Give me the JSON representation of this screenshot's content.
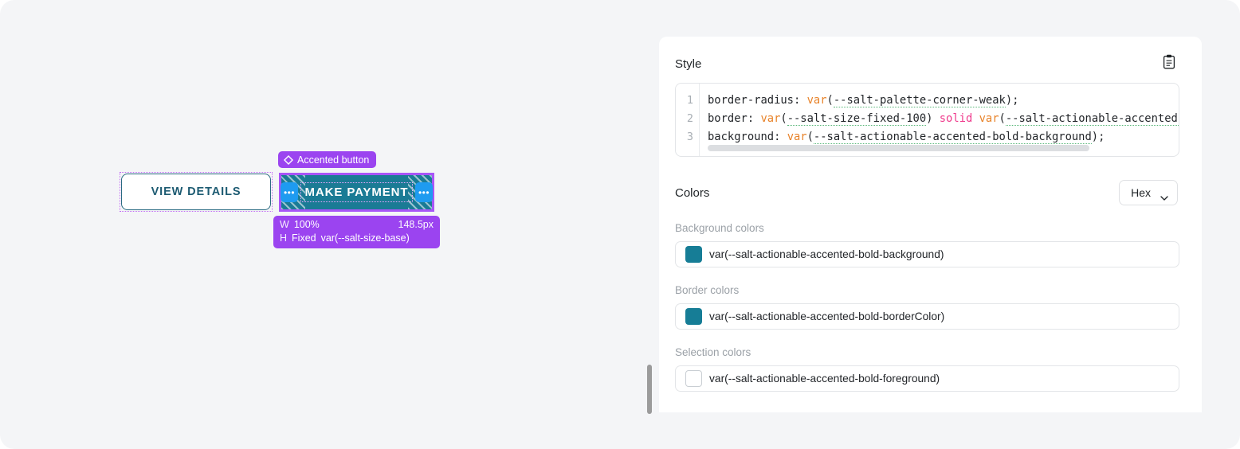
{
  "canvas": {
    "component_label": {
      "text": "Accented button",
      "icon": "diamond-icon",
      "color": "#9b44f0"
    },
    "view_details_button": {
      "label": "VIEW DETAILS",
      "text_color": "#1d5b72",
      "border_color": "#2a6b82"
    },
    "make_payment_button": {
      "label": "MAKE PAYMENT",
      "background": "#1a7b95",
      "selection_outline": "#a855f7",
      "handle_label": "•••",
      "handle_color": "#1e9bf0"
    },
    "size_badge": {
      "width_axis": "W",
      "width_mode": "100%",
      "width_value": "148.5px",
      "height_axis": "H",
      "height_mode": "Fixed",
      "height_value": "var(--salt-size-base)",
      "color": "#9b44f0"
    }
  },
  "inspector": {
    "style": {
      "title": "Style",
      "copy_icon": "clipboard-icon",
      "line_numbers": [
        "1",
        "2",
        "3"
      ],
      "code_lines": [
        {
          "tokens": [
            {
              "t": "border-radius: ",
              "k": "plain"
            },
            {
              "t": "var",
              "k": "func"
            },
            {
              "t": "(",
              "k": "plain"
            },
            {
              "t": "--salt-palette-corner-weak",
              "k": "var"
            },
            {
              "t": ");",
              "k": "plain"
            }
          ]
        },
        {
          "tokens": [
            {
              "t": "border: ",
              "k": "plain"
            },
            {
              "t": "var",
              "k": "func"
            },
            {
              "t": "(",
              "k": "plain"
            },
            {
              "t": "--salt-size-fixed-100",
              "k": "var"
            },
            {
              "t": ") ",
              "k": "plain"
            },
            {
              "t": "solid",
              "k": "kw"
            },
            {
              "t": " ",
              "k": "plain"
            },
            {
              "t": "var",
              "k": "func"
            },
            {
              "t": "(",
              "k": "plain"
            },
            {
              "t": "--salt-actionable-accented-bold-borderColor",
              "k": "var"
            },
            {
              "t": ");",
              "k": "plain"
            }
          ]
        },
        {
          "tokens": [
            {
              "t": "background: ",
              "k": "plain"
            },
            {
              "t": "var",
              "k": "func"
            },
            {
              "t": "(",
              "k": "plain"
            },
            {
              "t": "--salt-actionable-accented-bold-background",
              "k": "var"
            },
            {
              "t": ");",
              "k": "plain"
            }
          ]
        }
      ]
    },
    "colors": {
      "title": "Colors",
      "format_select": {
        "value": "Hex",
        "icon": "chevron-down-icon"
      },
      "groups": [
        {
          "label": "Background colors",
          "rows": [
            {
              "swatch": "#167d96",
              "empty": false,
              "value": "var(--salt-actionable-accented-bold-background)"
            }
          ]
        },
        {
          "label": "Border colors",
          "rows": [
            {
              "swatch": "#167d96",
              "empty": false,
              "value": "var(--salt-actionable-accented-bold-borderColor)"
            }
          ]
        },
        {
          "label": "Selection colors",
          "rows": [
            {
              "swatch": "#ffffff",
              "empty": true,
              "value": "var(--salt-actionable-accented-bold-foreground)"
            }
          ]
        }
      ]
    }
  }
}
